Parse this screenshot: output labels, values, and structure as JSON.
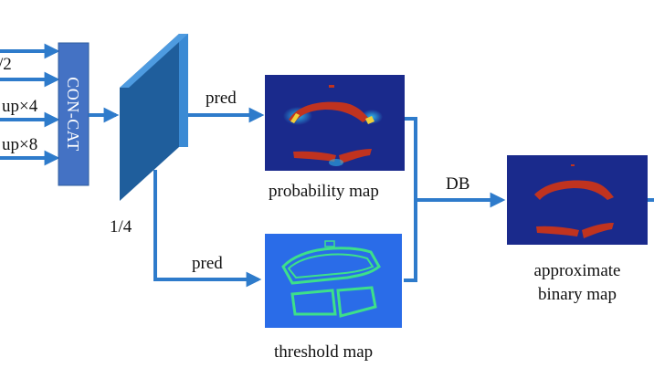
{
  "colors": {
    "arrow": "#2E7BCB",
    "concat_fill": "#4472C4",
    "slab_front": "#1F5E9C",
    "slab_side": "#3A8AD4",
    "map_navy": "#1A2A8C",
    "prob_red": "#C0331F",
    "thresh_bg": "#2A6CE8",
    "thresh_ring": "#3DE08A"
  },
  "inputs": {
    "labels": [
      "/2",
      "up×4",
      "up×8"
    ]
  },
  "concat": {
    "label": "CON-CAT"
  },
  "feature": {
    "scale_label": "1/4"
  },
  "branches": {
    "pred_top": "pred",
    "pred_bottom": "pred"
  },
  "maps": {
    "probability": {
      "caption": "probability map"
    },
    "threshold": {
      "caption": "threshold map"
    },
    "binary": {
      "caption_line1": "approximate",
      "caption_line2": "binary map"
    }
  },
  "db": {
    "label": "DB"
  }
}
